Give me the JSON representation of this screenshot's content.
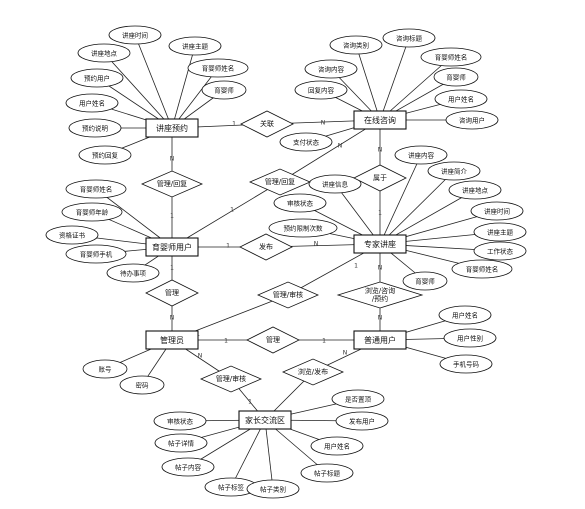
{
  "entities": [
    {
      "id": "e_lecture_booking",
      "name": "讲座预约"
    },
    {
      "id": "e_online_consult",
      "name": "在线咨询"
    },
    {
      "id": "e_counselor",
      "name": "育婴师用户"
    },
    {
      "id": "e_expert_lecture",
      "name": "专家讲座"
    },
    {
      "id": "e_admin",
      "name": "管理员"
    },
    {
      "id": "e_user",
      "name": "普通用户"
    },
    {
      "id": "e_forum",
      "name": "家长交流区"
    }
  ],
  "attributes": [
    {
      "id": "a1",
      "name": "讲座时间",
      "entity": "e_lecture_booking"
    },
    {
      "id": "a2",
      "name": "讲座地点",
      "entity": "e_lecture_booking"
    },
    {
      "id": "a3",
      "name": "讲座主题",
      "entity": "e_lecture_booking"
    },
    {
      "id": "a4",
      "name": "预约用户",
      "entity": "e_lecture_booking"
    },
    {
      "id": "a5",
      "name": "育婴师姓名",
      "entity": "e_lecture_booking"
    },
    {
      "id": "a6",
      "name": "育婴师",
      "entity": "e_lecture_booking"
    },
    {
      "id": "a7",
      "name": "用户姓名",
      "entity": "e_lecture_booking"
    },
    {
      "id": "a8",
      "name": "预约说明",
      "entity": "e_lecture_booking"
    },
    {
      "id": "a9",
      "name": "预约回复",
      "entity": "e_lecture_booking"
    },
    {
      "id": "b1",
      "name": "咨询类别",
      "entity": "e_online_consult"
    },
    {
      "id": "b2",
      "name": "咨询标题",
      "entity": "e_online_consult"
    },
    {
      "id": "b3",
      "name": "咨询内容",
      "entity": "e_online_consult"
    },
    {
      "id": "b4",
      "name": "育婴师姓名",
      "entity": "e_online_consult"
    },
    {
      "id": "b5",
      "name": "育婴师",
      "entity": "e_online_consult"
    },
    {
      "id": "b6",
      "name": "回复内容",
      "entity": "e_online_consult"
    },
    {
      "id": "b7",
      "name": "用户姓名",
      "entity": "e_online_consult"
    },
    {
      "id": "b8",
      "name": "咨询用户",
      "entity": "e_online_consult"
    },
    {
      "id": "b9",
      "name": "支付状态",
      "entity": "e_online_consult"
    },
    {
      "id": "c1",
      "name": "育婴师姓名",
      "entity": "e_counselor"
    },
    {
      "id": "c2",
      "name": "育婴师年龄",
      "entity": "e_counselor"
    },
    {
      "id": "c3",
      "name": "资格证书",
      "entity": "e_counselor"
    },
    {
      "id": "c4",
      "name": "育婴师手机",
      "entity": "e_counselor"
    },
    {
      "id": "c5",
      "name": "待办事项",
      "entity": "e_counselor"
    },
    {
      "id": "d1",
      "name": "讲座内容",
      "entity": "e_expert_lecture"
    },
    {
      "id": "d2",
      "name": "讲座简介",
      "entity": "e_expert_lecture"
    },
    {
      "id": "d3",
      "name": "讲座信息",
      "entity": "e_expert_lecture"
    },
    {
      "id": "d4",
      "name": "讲座地点",
      "entity": "e_expert_lecture"
    },
    {
      "id": "d5",
      "name": "审核状态",
      "entity": "e_expert_lecture"
    },
    {
      "id": "d6",
      "name": "讲座时间",
      "entity": "e_expert_lecture"
    },
    {
      "id": "d7",
      "name": "预约限制次数",
      "entity": "e_expert_lecture"
    },
    {
      "id": "d8",
      "name": "讲座主题",
      "entity": "e_expert_lecture"
    },
    {
      "id": "d9",
      "name": "工作状态",
      "entity": "e_expert_lecture"
    },
    {
      "id": "d10",
      "name": "育婴师姓名",
      "entity": "e_expert_lecture"
    },
    {
      "id": "d11",
      "name": "育婴师",
      "entity": "e_expert_lecture"
    },
    {
      "id": "f1",
      "name": "账号",
      "entity": "e_admin"
    },
    {
      "id": "f2",
      "name": "密码",
      "entity": "e_admin"
    },
    {
      "id": "g1",
      "name": "用户姓名",
      "entity": "e_user"
    },
    {
      "id": "g2",
      "name": "用户性别",
      "entity": "e_user"
    },
    {
      "id": "g3",
      "name": "手机号码",
      "entity": "e_user"
    },
    {
      "id": "h1",
      "name": "是否置顶",
      "entity": "e_forum"
    },
    {
      "id": "h2",
      "name": "审核状态",
      "entity": "e_forum"
    },
    {
      "id": "h3",
      "name": "发布用户",
      "entity": "e_forum"
    },
    {
      "id": "h4",
      "name": "帖子详情",
      "entity": "e_forum"
    },
    {
      "id": "h5",
      "name": "用户姓名",
      "entity": "e_forum"
    },
    {
      "id": "h6",
      "name": "帖子内容",
      "entity": "e_forum"
    },
    {
      "id": "h7",
      "name": "帖子标题",
      "entity": "e_forum"
    },
    {
      "id": "h8",
      "name": "帖子标签",
      "entity": "e_forum"
    },
    {
      "id": "h9",
      "name": "帖子类别",
      "entity": "e_forum"
    }
  ],
  "relationships": [
    {
      "id": "r1",
      "name": "关联"
    },
    {
      "id": "r2",
      "name": "管理/回复"
    },
    {
      "id": "r3",
      "name": "管理/回复"
    },
    {
      "id": "r4",
      "name": "属于"
    },
    {
      "id": "r5",
      "name": "发布"
    },
    {
      "id": "r6",
      "name": "管理"
    },
    {
      "id": "r7",
      "name": "管理/审核"
    },
    {
      "id": "r8",
      "name": "浏览/咨询/预约"
    },
    {
      "id": "r9",
      "name": "管理"
    },
    {
      "id": "r10",
      "name": "管理/审核"
    },
    {
      "id": "r11",
      "name": "浏览/发布"
    }
  ],
  "cardinalities": [
    "1",
    "N",
    "N",
    "1",
    "1",
    "N",
    "N",
    "1",
    "1",
    "N",
    "1",
    "N",
    "1",
    "1",
    "N",
    "N",
    "1",
    "1",
    "N",
    "1",
    "N"
  ]
}
